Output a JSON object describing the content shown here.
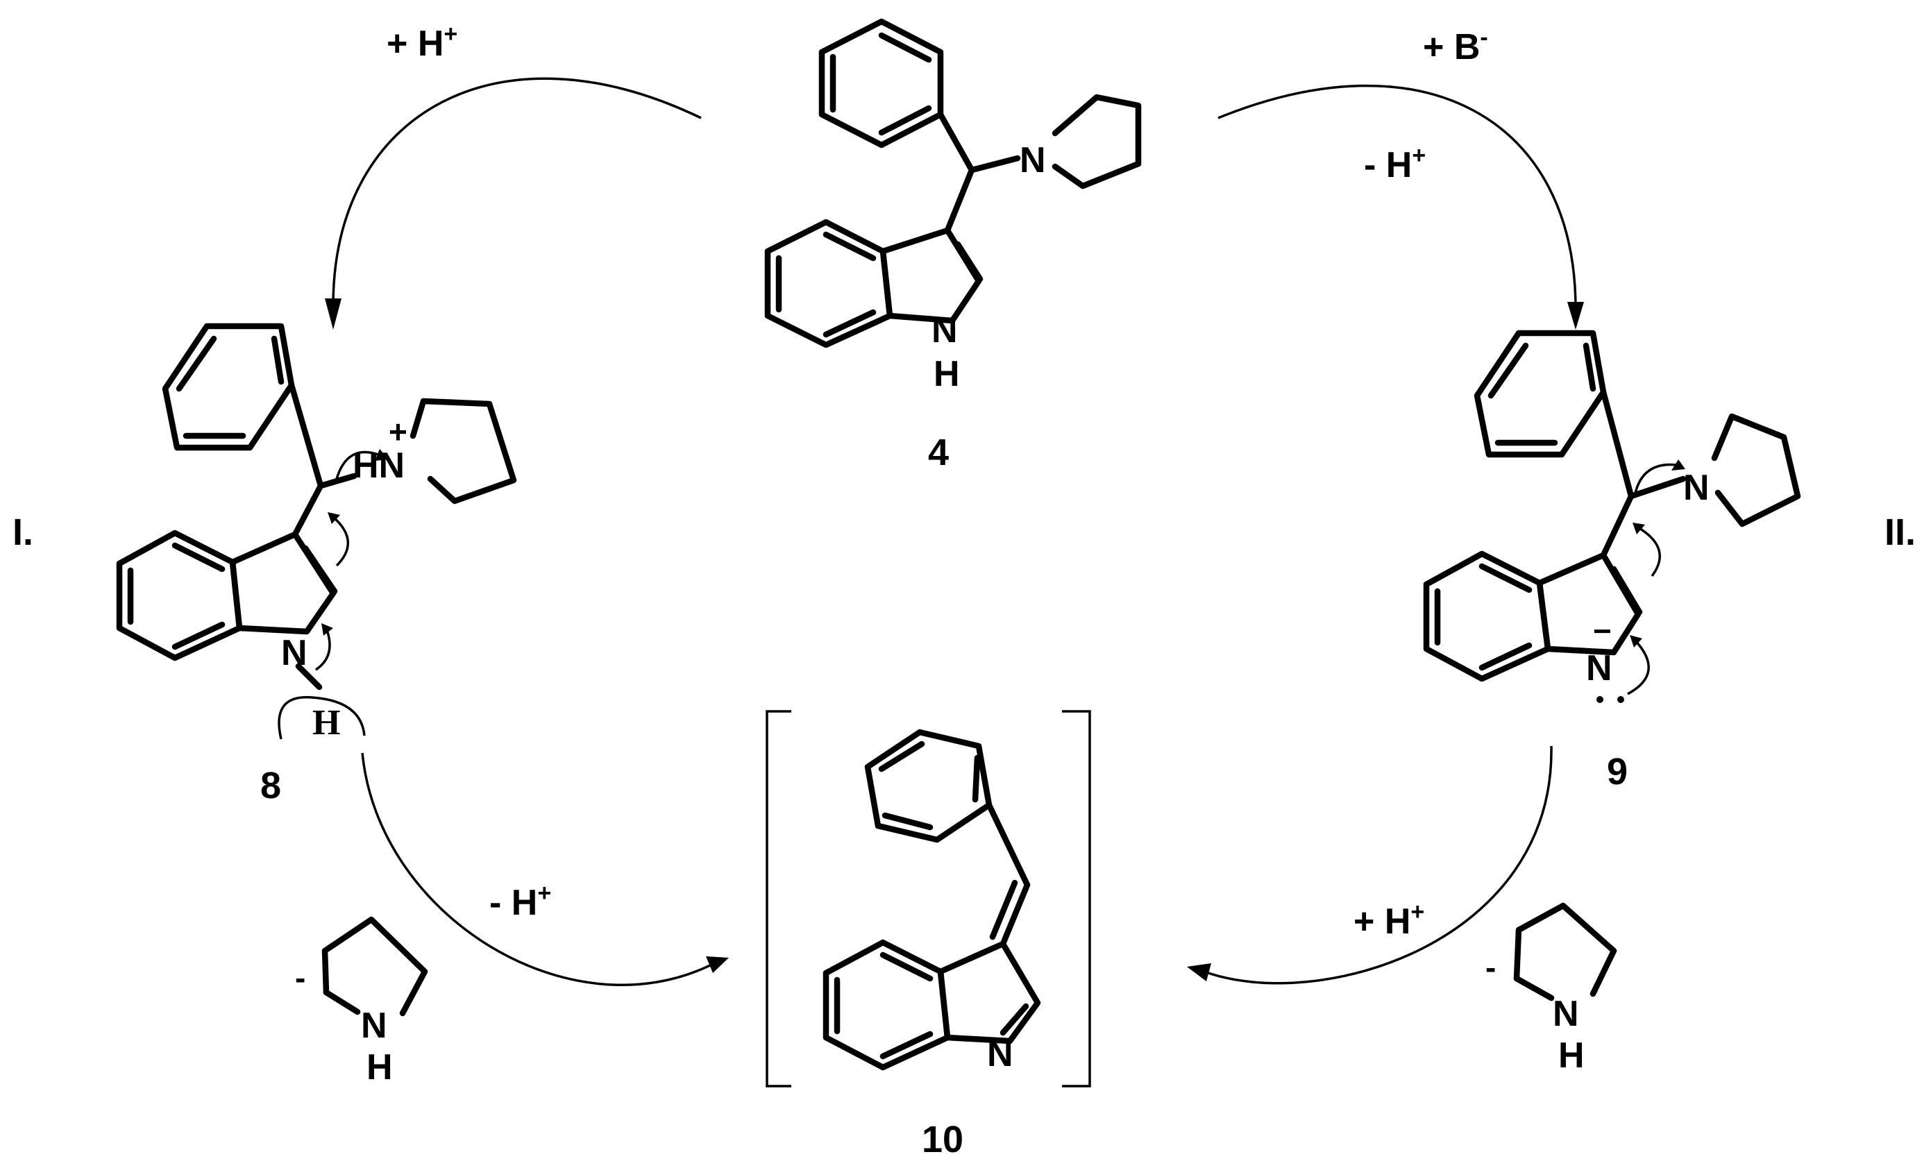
{
  "pathways": {
    "left": "I.",
    "right": "II."
  },
  "compounds": {
    "start": "4",
    "protonated": "8",
    "anion": "9",
    "product": "10"
  },
  "conditions": {
    "top_left": {
      "base": "+ H",
      "sup": "+"
    },
    "top_right_1": {
      "base": "+ B",
      "sup": "-"
    },
    "top_right_2": {
      "base": "- H",
      "sup": "+"
    },
    "bottom_left": {
      "base": "- H",
      "sup": "+"
    },
    "bottom_right": {
      "base": "+ H",
      "sup": "+"
    }
  },
  "atoms": {
    "n": "N",
    "h": "H",
    "hn": "HN",
    "plus": "+",
    "minus": "−",
    "dash": "-"
  }
}
